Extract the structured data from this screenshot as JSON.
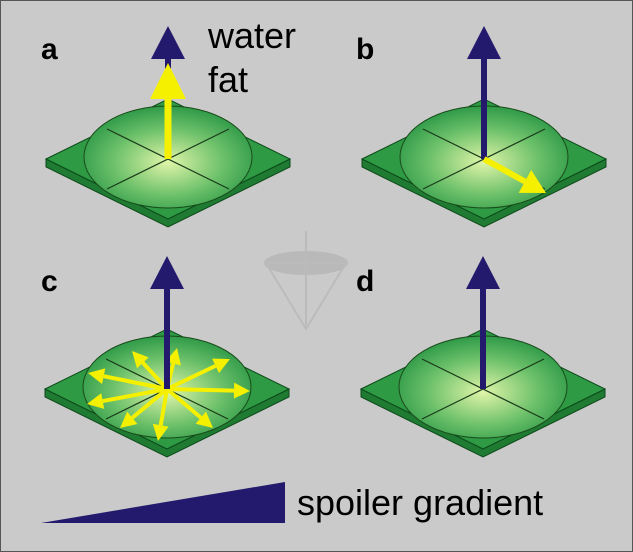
{
  "panels": [
    {
      "label": "a",
      "description_text": ""
    },
    {
      "label": "b"
    },
    {
      "label": "c"
    },
    {
      "label": "d"
    }
  ],
  "legend": {
    "water": "water",
    "fat": "fat"
  },
  "gradient_label": "spoiler gradient",
  "colors": {
    "background": "#cacaca",
    "plate": "#2e9a44",
    "plate_side": "#1f7a32",
    "water_arrow": "#231a6e",
    "fat_arrow": "#f5f000",
    "gradient": "#231a6e"
  }
}
